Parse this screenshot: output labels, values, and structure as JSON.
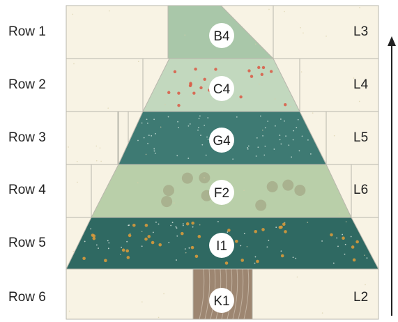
{
  "rows": [
    {
      "label": "Row 1",
      "code": "L3",
      "piece": "B4"
    },
    {
      "label": "Row 2",
      "code": "L4",
      "piece": "C4"
    },
    {
      "label": "Row 3",
      "code": "L5",
      "piece": "G4"
    },
    {
      "label": "Row 4",
      "code": "L6",
      "piece": "F2"
    },
    {
      "label": "Row 5",
      "code": "",
      "piece": "I1"
    },
    {
      "label": "Row 6",
      "code": "L2",
      "piece": "K1"
    }
  ],
  "colors": {
    "background_fabric": "#f8f3e4",
    "seam": "#b9b7ad",
    "mint_print": "#a9c7a9",
    "light_green": "#c2d8be",
    "teal": "#3e7a73",
    "sage_animals": "#b9cfa9",
    "dark_teal": "#2f6962",
    "trunk_wood": "#9d8671",
    "arrow": "#222222",
    "accent_red": "#d9604a",
    "accent_orange": "#d79a3c"
  }
}
